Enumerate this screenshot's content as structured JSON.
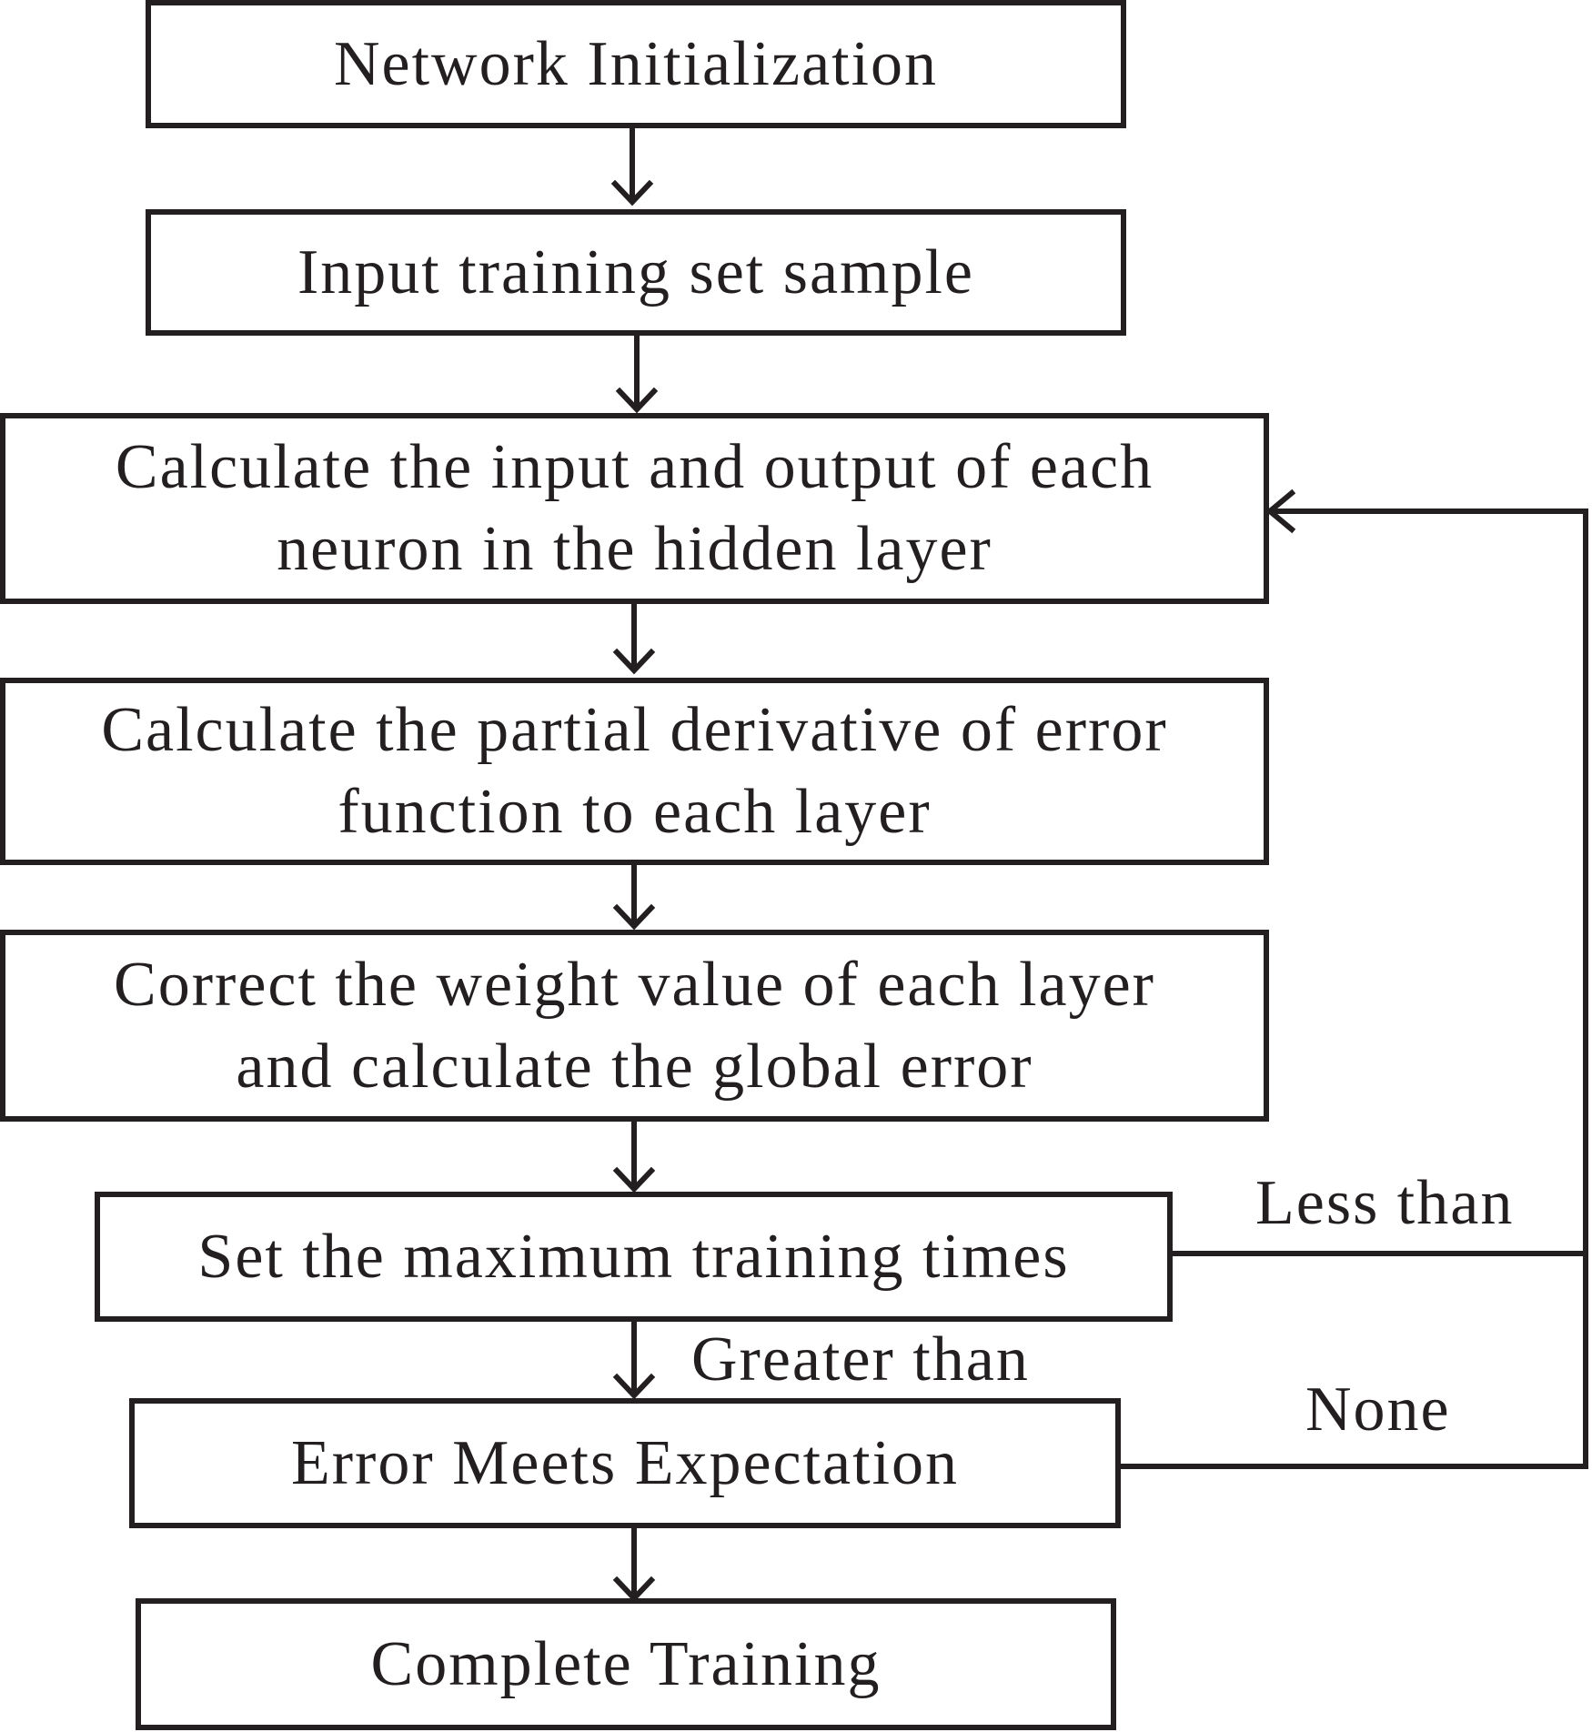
{
  "flowchart": {
    "steps": [
      {
        "id": "network-initialization",
        "lines": [
          "Network Initialization"
        ]
      },
      {
        "id": "input-training-set-sample",
        "lines": [
          "Input training set sample"
        ]
      },
      {
        "id": "calculate-hidden-layer-io",
        "lines": [
          "Calculate the input and output of each",
          "neuron in the hidden layer"
        ]
      },
      {
        "id": "calculate-partial-derivative",
        "lines": [
          "Calculate the partial derivative of error",
          "function to each layer"
        ]
      },
      {
        "id": "correct-weights",
        "lines": [
          "Correct the weight value of each layer",
          "and calculate the global error"
        ]
      },
      {
        "id": "set-max-training-times",
        "lines": [
          "Set the maximum training times"
        ]
      },
      {
        "id": "error-meets-expectation",
        "lines": [
          "Error Meets Expectation"
        ]
      },
      {
        "id": "complete-training",
        "lines": [
          "Complete Training"
        ]
      }
    ],
    "edge_labels": {
      "less_than": "Less than",
      "greater_than": "Greater than",
      "none": "None"
    },
    "colors": {
      "stroke": "#231f20",
      "background": "#ffffff"
    }
  }
}
